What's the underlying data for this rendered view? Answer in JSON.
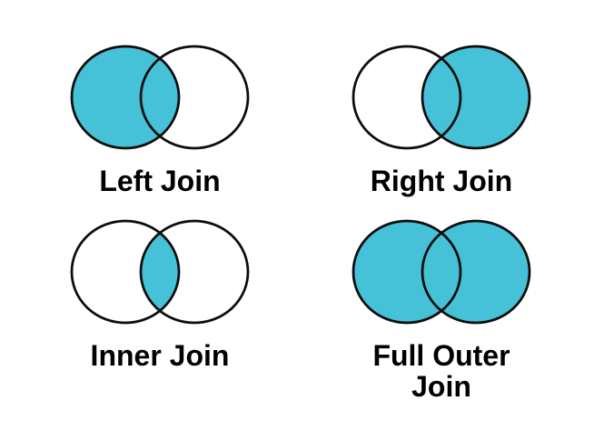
{
  "colors": {
    "fill": "#46c2d8",
    "stroke": "#0d0d0d",
    "text": "#000000",
    "background": "#ffffff"
  },
  "diagrams": [
    {
      "label": "Left Join",
      "shaded": "left circle including intersection",
      "fill_mode": "fill-left"
    },
    {
      "label": "Right Join",
      "shaded": "right circle including intersection",
      "fill_mode": "fill-right"
    },
    {
      "label": "Inner Join",
      "shaded": "intersection only",
      "fill_mode": "fill-lens"
    },
    {
      "label": "Full Outer Join",
      "shaded": "both circles including intersection",
      "fill_mode": "fill-both"
    }
  ]
}
